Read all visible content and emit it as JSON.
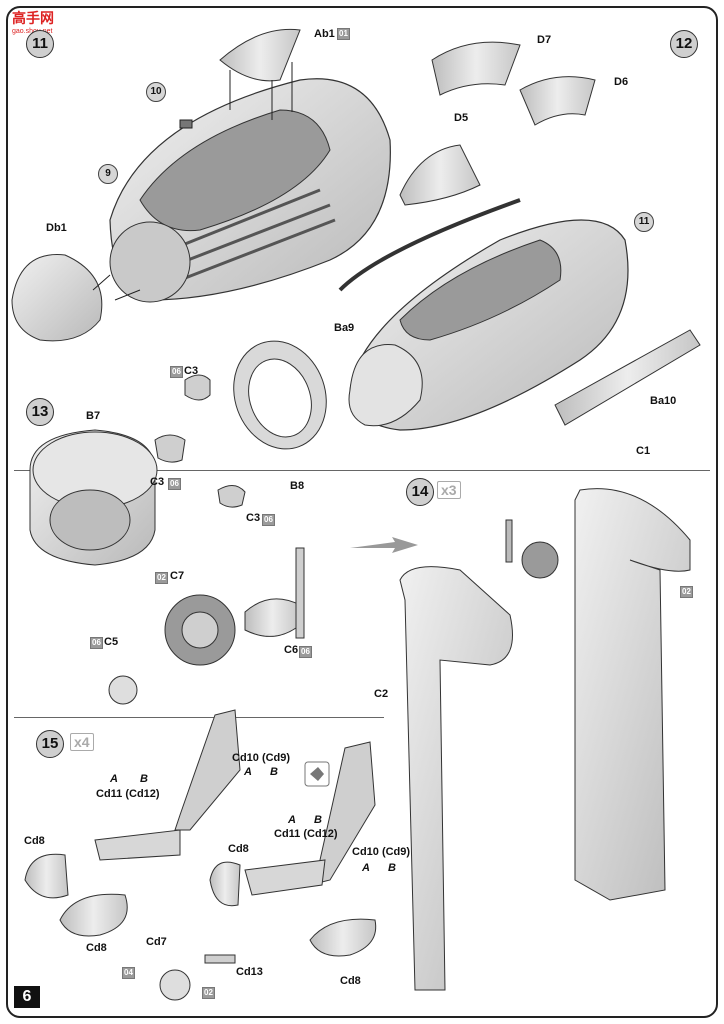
{
  "logo": {
    "text": "高手网",
    "sub": "gao.shou.net"
  },
  "page_number": "6",
  "steps": {
    "s11": "11",
    "s12": "12",
    "s13": "13",
    "s14": "14",
    "s15": "15",
    "ref9": "9",
    "ref10": "10",
    "ref11": "11"
  },
  "multipliers": {
    "s14": "x3",
    "s15": "x4"
  },
  "badges": {
    "b01": "01",
    "b06a": "06",
    "b06b": "06",
    "b06c": "06",
    "b02a": "02",
    "b06d": "06",
    "b06e": "06",
    "b02b": "02",
    "b04": "04",
    "b02c": "02"
  },
  "labels": {
    "ab1": "Ab1",
    "db1": "Db1",
    "d7": "D7",
    "d6": "D6",
    "d5": "D5",
    "ba9": "Ba9",
    "ba10": "Ba10",
    "c3a": "C3",
    "c3b": "C3",
    "c3c": "C3",
    "b7": "B7",
    "b8": "B8",
    "c7": "C7",
    "c5": "C5",
    "c6": "C6",
    "c1": "C1",
    "c2": "C2",
    "a1": "A",
    "b1": "B",
    "cd11a": "Cd11 (Cd12)",
    "cd10a": "Cd10 (Cd9)",
    "a2": "A",
    "b2": "B",
    "a3": "A",
    "b3": "B",
    "cd11b": "Cd11 (Cd12)",
    "cd10b": "Cd10 (Cd9)",
    "a4": "A",
    "b4": "B",
    "cd8a": "Cd8",
    "cd8b": "Cd8",
    "cd8c": "Cd8",
    "cd8d": "Cd8",
    "cd7": "Cd7",
    "cd13": "Cd13"
  }
}
